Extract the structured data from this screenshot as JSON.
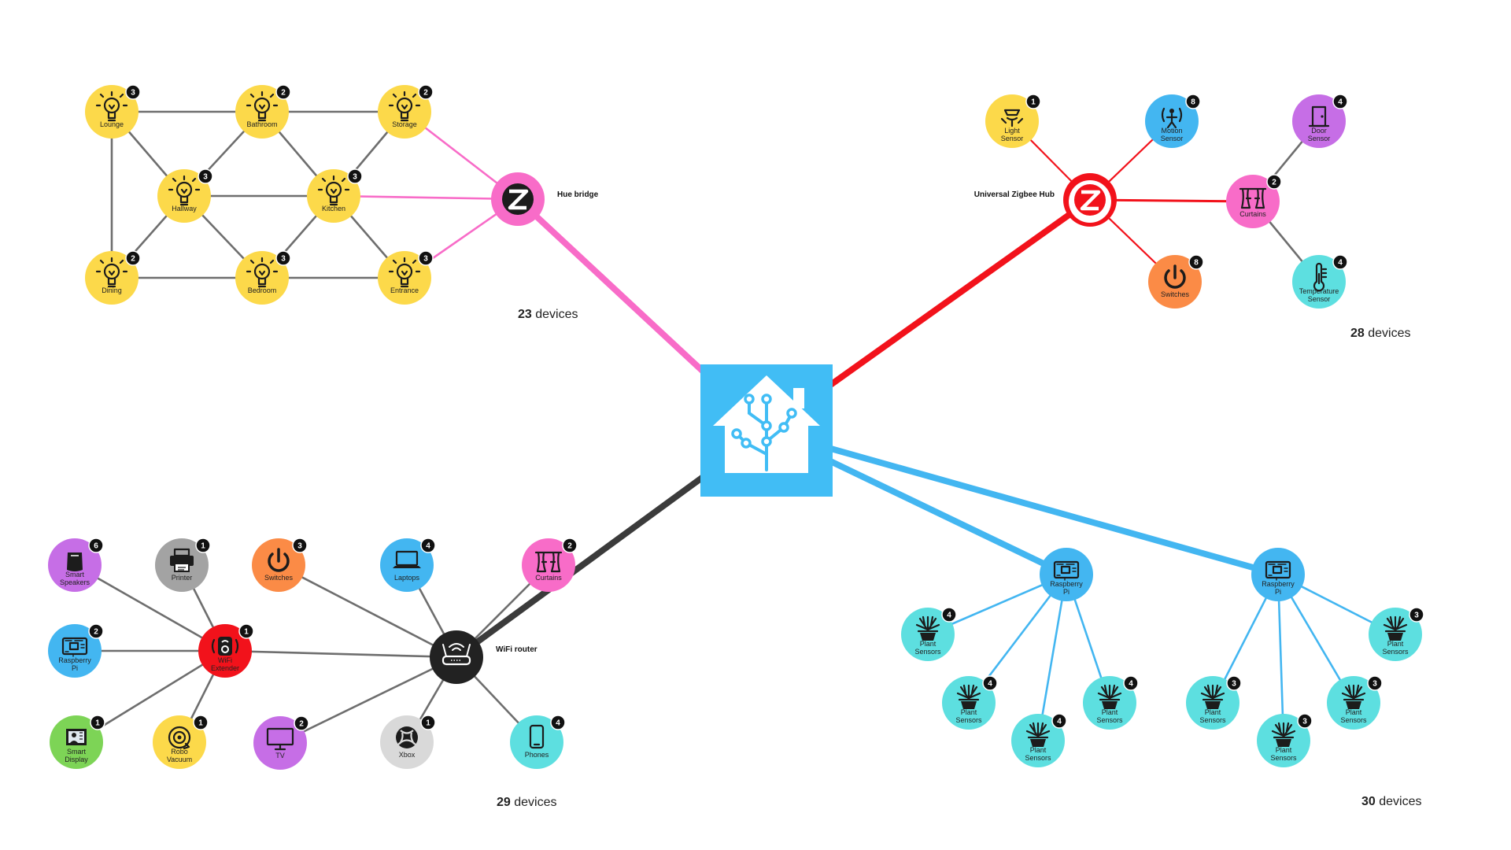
{
  "colors": {
    "yellow": "#fcd94a",
    "pink": "#f86cc8",
    "red": "#f2121b",
    "blue": "#43b6f1",
    "cyan": "#5ddfe0",
    "purple": "#c66ee6",
    "gray": "#a3a3a3",
    "orange": "#fb8b46",
    "green": "#7dd456",
    "black": "#222222",
    "lightgray": "#d9d9d9",
    "hub": "#41bdf5",
    "edge_gray": "#6e6e6e",
    "edge_dark": "#3b3b3b"
  },
  "center": {
    "icon": "home-assistant-icon"
  },
  "clusters": [
    {
      "id": "hue",
      "hub_label": "Hue bridge",
      "hub_icon": "zigbee-icon",
      "count_number": "23",
      "count_suffix": " devices"
    },
    {
      "id": "zigbee",
      "hub_label": "Universal Zigbee Hub",
      "hub_icon": "zigbee-icon",
      "count_number": "28",
      "count_suffix": " devices"
    },
    {
      "id": "wifi",
      "hub_label": "WiFi router",
      "hub_icon": "router-icon",
      "count_number": "29",
      "count_suffix": " devices"
    },
    {
      "id": "pi",
      "hub_label": "",
      "hub_icon": "",
      "count_number": "30",
      "count_suffix": " devices"
    }
  ],
  "nodes": [
    {
      "id": "lounge",
      "label": "Lounge",
      "badge": "3",
      "color": "yellow",
      "icon": "lightbulb-icon"
    },
    {
      "id": "bathroom",
      "label": "Bathroom",
      "badge": "2",
      "color": "yellow",
      "icon": "lightbulb-icon"
    },
    {
      "id": "storage",
      "label": "Storage",
      "badge": "2",
      "color": "yellow",
      "icon": "lightbulb-icon"
    },
    {
      "id": "hallway",
      "label": "Hallway",
      "badge": "3",
      "color": "yellow",
      "icon": "lightbulb-icon"
    },
    {
      "id": "kitchen",
      "label": "Kitchen",
      "badge": "3",
      "color": "yellow",
      "icon": "lightbulb-icon"
    },
    {
      "id": "dining",
      "label": "Dining",
      "badge": "2",
      "color": "yellow",
      "icon": "lightbulb-icon"
    },
    {
      "id": "bedroom",
      "label": "Bedroom",
      "badge": "3",
      "color": "yellow",
      "icon": "lightbulb-icon"
    },
    {
      "id": "entrance",
      "label": "Entrance",
      "badge": "3",
      "color": "yellow",
      "icon": "lightbulb-icon"
    },
    {
      "id": "huebridge",
      "label": "",
      "badge": "",
      "color": "pink",
      "icon": "zigbee-icon"
    },
    {
      "id": "lightsensor",
      "label": "Light Sensor",
      "badge": "1",
      "color": "yellow",
      "icon": "light-sensor-icon"
    },
    {
      "id": "motionsensor",
      "label": "Motion Sensor",
      "badge": "8",
      "color": "blue",
      "icon": "motion-sensor-icon"
    },
    {
      "id": "doorsensor",
      "label": "Door Sensor",
      "badge": "4",
      "color": "purple",
      "icon": "door-icon"
    },
    {
      "id": "zigbeehub",
      "label": "",
      "badge": "",
      "color": "red",
      "icon": "zigbee-icon"
    },
    {
      "id": "zcurtains",
      "label": "Curtains",
      "badge": "2",
      "color": "pink",
      "icon": "curtains-icon"
    },
    {
      "id": "zswitches",
      "label": "Switches",
      "badge": "8",
      "color": "orange",
      "icon": "power-icon"
    },
    {
      "id": "tempsensor",
      "label": "Temperature Sensor",
      "badge": "4",
      "color": "cyan",
      "icon": "thermometer-icon"
    },
    {
      "id": "speakers",
      "label": "Smart Speakers",
      "badge": "6",
      "color": "purple",
      "icon": "speaker-icon"
    },
    {
      "id": "printer",
      "label": "Printer",
      "badge": "1",
      "color": "gray",
      "icon": "printer-icon"
    },
    {
      "id": "wswitches",
      "label": "Switches",
      "badge": "3",
      "color": "orange",
      "icon": "power-icon"
    },
    {
      "id": "laptops",
      "label": "Laptops",
      "badge": "4",
      "color": "blue",
      "icon": "laptop-icon"
    },
    {
      "id": "wcurtains",
      "label": "Curtains",
      "badge": "2",
      "color": "pink",
      "icon": "curtains-icon"
    },
    {
      "id": "wpi",
      "label": "Raspberry Pi",
      "badge": "2",
      "color": "blue",
      "icon": "circuit-board-icon"
    },
    {
      "id": "extender",
      "label": "WiFi Extender",
      "badge": "1",
      "color": "red",
      "icon": "wifi-extender-icon"
    },
    {
      "id": "router",
      "label": "",
      "badge": "",
      "color": "black",
      "icon": "router-icon"
    },
    {
      "id": "display",
      "label": "Smart Display",
      "badge": "1",
      "color": "green",
      "icon": "smart-display-icon"
    },
    {
      "id": "vacuum",
      "label": "Robo Vacuum",
      "badge": "1",
      "color": "yellow",
      "icon": "robot-vacuum-icon"
    },
    {
      "id": "tv",
      "label": "TV",
      "badge": "2",
      "color": "purple",
      "icon": "tv-icon"
    },
    {
      "id": "xbox",
      "label": "Xbox",
      "badge": "1",
      "color": "lightgray",
      "icon": "xbox-icon"
    },
    {
      "id": "phones",
      "label": "Phones",
      "badge": "4",
      "color": "cyan",
      "icon": "phone-icon"
    },
    {
      "id": "pi1",
      "label": "Raspberry Pi",
      "badge": "",
      "color": "blue",
      "icon": "circuit-board-icon"
    },
    {
      "id": "pi2",
      "label": "Raspberry Pi",
      "badge": "",
      "color": "blue",
      "icon": "circuit-board-icon"
    },
    {
      "id": "p1a",
      "label": "Plant Sensors",
      "badge": "4",
      "color": "cyan",
      "icon": "plant-icon"
    },
    {
      "id": "p1b",
      "label": "Plant Sensors",
      "badge": "4",
      "color": "cyan",
      "icon": "plant-icon"
    },
    {
      "id": "p1c",
      "label": "Plant Sensors",
      "badge": "4",
      "color": "cyan",
      "icon": "plant-icon"
    },
    {
      "id": "p1d",
      "label": "Plant Sensors",
      "badge": "4",
      "color": "cyan",
      "icon": "plant-icon"
    },
    {
      "id": "p2a",
      "label": "Plant Sensors",
      "badge": "3",
      "color": "cyan",
      "icon": "plant-icon"
    },
    {
      "id": "p2b",
      "label": "Plant Sensors",
      "badge": "3",
      "color": "cyan",
      "icon": "plant-icon"
    },
    {
      "id": "p2c",
      "label": "Plant Sensors",
      "badge": "3",
      "color": "cyan",
      "icon": "plant-icon"
    },
    {
      "id": "p2d",
      "label": "Plant Sensors",
      "badge": "3",
      "color": "cyan",
      "icon": "plant-icon"
    }
  ],
  "edges": [
    {
      "from": "center",
      "to": "huebridge",
      "style": "trunk-pink"
    },
    {
      "from": "center",
      "to": "zigbeehub",
      "style": "trunk-red"
    },
    {
      "from": "center",
      "to": "router",
      "style": "trunk-dark"
    },
    {
      "from": "center",
      "to": "pi1",
      "style": "trunk-blue"
    },
    {
      "from": "center",
      "to": "pi2",
      "style": "trunk-blue"
    },
    {
      "from": "lounge",
      "to": "bathroom",
      "style": "gray"
    },
    {
      "from": "bathroom",
      "to": "storage",
      "style": "gray"
    },
    {
      "from": "lounge",
      "to": "dining",
      "style": "gray"
    },
    {
      "from": "lounge",
      "to": "hallway",
      "style": "gray"
    },
    {
      "from": "bathroom",
      "to": "hallway",
      "style": "gray"
    },
    {
      "from": "bathroom",
      "to": "kitchen",
      "style": "gray"
    },
    {
      "from": "storage",
      "to": "kitchen",
      "style": "gray"
    },
    {
      "from": "hallway",
      "to": "kitchen",
      "style": "gray"
    },
    {
      "from": "hallway",
      "to": "dining",
      "style": "gray"
    },
    {
      "from": "hallway",
      "to": "bedroom",
      "style": "gray"
    },
    {
      "from": "kitchen",
      "to": "bedroom",
      "style": "gray"
    },
    {
      "from": "kitchen",
      "to": "entrance",
      "style": "gray"
    },
    {
      "from": "dining",
      "to": "bedroom",
      "style": "gray"
    },
    {
      "from": "bedroom",
      "to": "entrance",
      "style": "gray"
    },
    {
      "from": "storage",
      "to": "huebridge",
      "style": "pink"
    },
    {
      "from": "kitchen",
      "to": "huebridge",
      "style": "pink"
    },
    {
      "from": "entrance",
      "to": "huebridge",
      "style": "pink"
    },
    {
      "from": "lightsensor",
      "to": "zigbeehub",
      "style": "red"
    },
    {
      "from": "motionsensor",
      "to": "zigbeehub",
      "style": "red"
    },
    {
      "from": "zswitches",
      "to": "zigbeehub",
      "style": "red"
    },
    {
      "from": "zigbeehub",
      "to": "zcurtains",
      "style": "red-thick"
    },
    {
      "from": "zcurtains",
      "to": "doorsensor",
      "style": "gray"
    },
    {
      "from": "zcurtains",
      "to": "tempsensor",
      "style": "gray"
    },
    {
      "from": "speakers",
      "to": "extender",
      "style": "gray"
    },
    {
      "from": "printer",
      "to": "extender",
      "style": "gray"
    },
    {
      "from": "wpi",
      "to": "extender",
      "style": "gray"
    },
    {
      "from": "display",
      "to": "extender",
      "style": "gray"
    },
    {
      "from": "vacuum",
      "to": "extender",
      "style": "gray"
    },
    {
      "from": "extender",
      "to": "router",
      "style": "gray"
    },
    {
      "from": "wswitches",
      "to": "router",
      "style": "gray"
    },
    {
      "from": "laptops",
      "to": "router",
      "style": "gray"
    },
    {
      "from": "wcurtains",
      "to": "router",
      "style": "gray"
    },
    {
      "from": "tv",
      "to": "router",
      "style": "gray"
    },
    {
      "from": "xbox",
      "to": "router",
      "style": "gray"
    },
    {
      "from": "phones",
      "to": "router",
      "style": "gray"
    },
    {
      "from": "pi1",
      "to": "p1a",
      "style": "blue"
    },
    {
      "from": "pi1",
      "to": "p1b",
      "style": "blue"
    },
    {
      "from": "pi1",
      "to": "p1c",
      "style": "blue"
    },
    {
      "from": "pi1",
      "to": "p1d",
      "style": "blue"
    },
    {
      "from": "pi2",
      "to": "p2a",
      "style": "blue"
    },
    {
      "from": "pi2",
      "to": "p2b",
      "style": "blue"
    },
    {
      "from": "pi2",
      "to": "p2c",
      "style": "blue"
    },
    {
      "from": "pi2",
      "to": "p2d",
      "style": "blue"
    }
  ]
}
